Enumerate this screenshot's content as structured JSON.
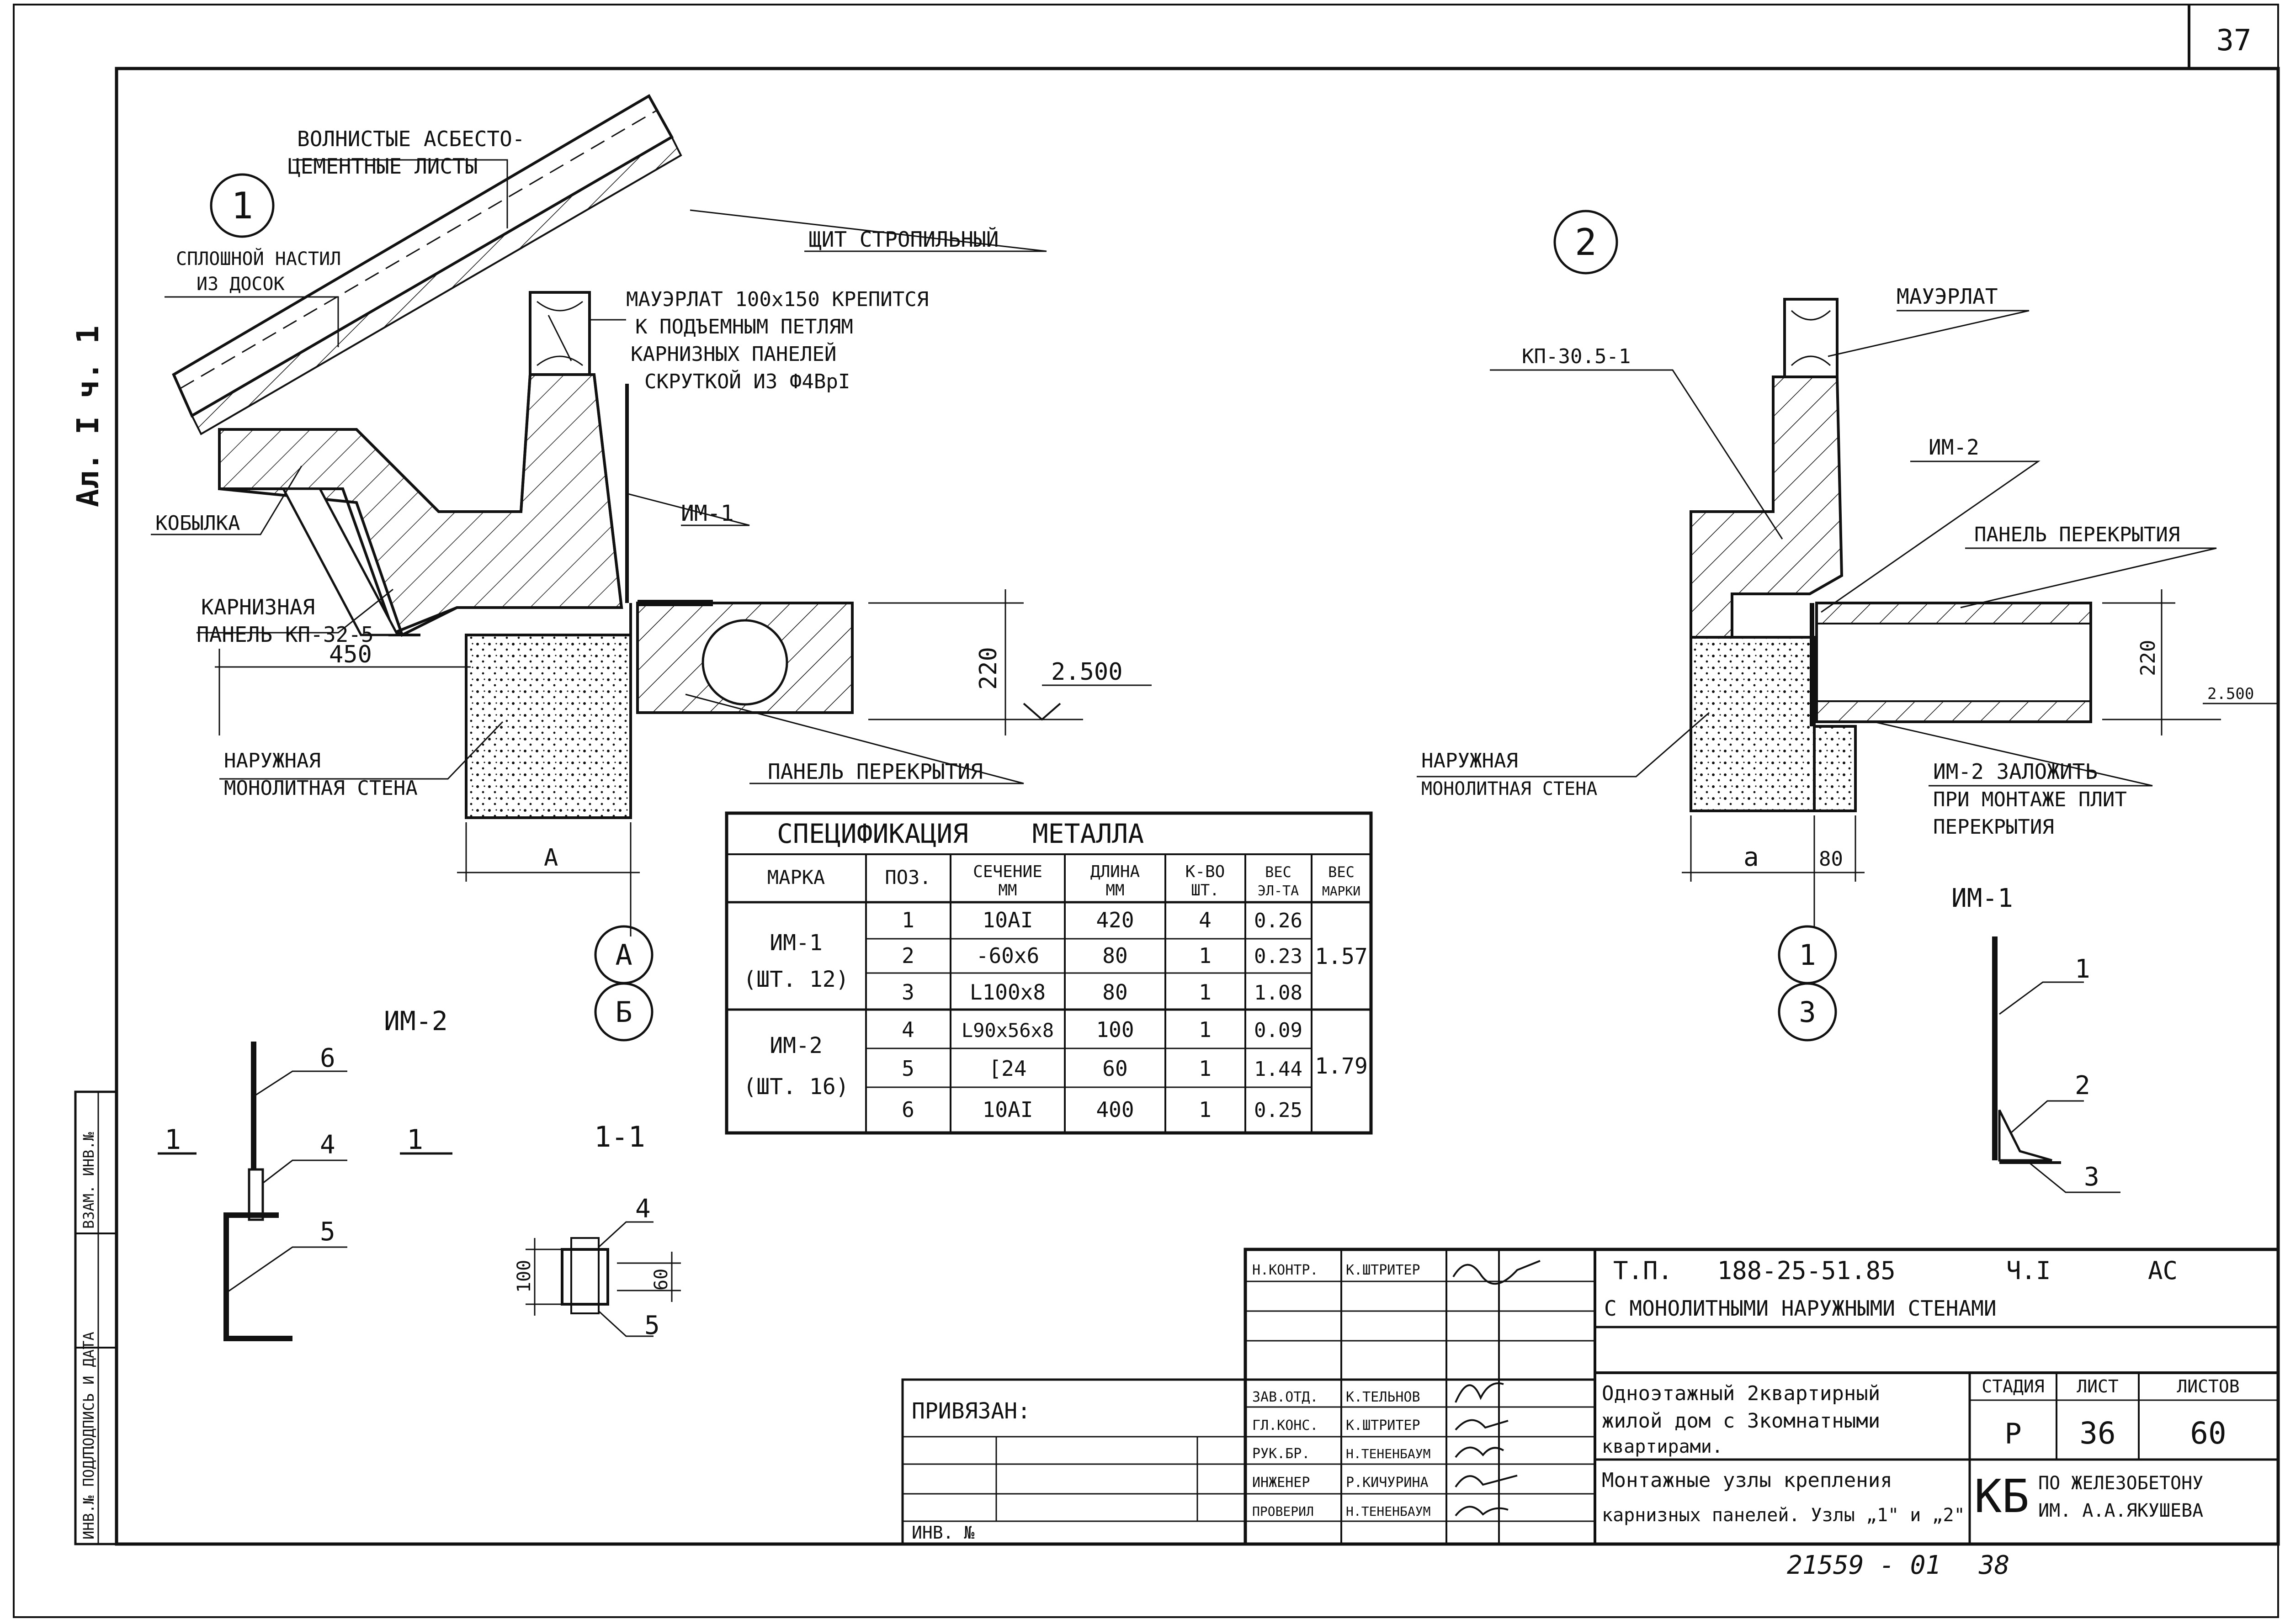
{
  "sheet": {
    "page_number": "37",
    "album_mark": "Ал. I ч. 1",
    "bottom_number": "21559 - 01",
    "bottom_page": "38"
  },
  "node1": {
    "number": "1",
    "labels": {
      "roof_sheets_1": "ВОЛНИСТЫЕ АСБЕСТО-",
      "roof_sheets_2": "ЦЕМЕНТНЫЕ ЛИСТЫ",
      "deck_1": "СПЛОШНОЙ НАСТИЛ",
      "deck_2": "ИЗ ДОСОК",
      "rafter_panel": "ЩИТ СТРОПИЛЬНЫЙ",
      "mauerlat_1": "МАУЭРЛАТ 100х150 КРЕПИТСЯ",
      "mauerlat_2": "К ПОДЪЕМНЫМ ПЕТЛЯМ",
      "mauerlat_3": "КАРНИЗНЫХ ПАНЕЛЕЙ",
      "mauerlat_4": "СКРУТКОЙ ИЗ Ф4ВрI",
      "kobylka": "КОБЫЛКА",
      "im1": "ИМ-1",
      "cornice_1": "КАРНИЗНАЯ",
      "cornice_2": "ПАНЕЛЬ КП-32-5",
      "dim_450": "450",
      "dim_220": "220",
      "level": "2.500",
      "outer_wall_1": "НАРУЖНАЯ",
      "outer_wall_2": "МОНОЛИТНАЯ СТЕНА",
      "floor_panel": "ПАНЕЛЬ ПЕРЕКРЫТИЯ",
      "dim_a": "А",
      "axis_1": "А",
      "axis_2": "Б"
    }
  },
  "node2": {
    "number": "2",
    "labels": {
      "mauerlat": "МАУЭРЛАТ",
      "kp": "КП-30.5-1",
      "im2": "ИМ-2",
      "floor_panel": "ПАНЕЛЬ ПЕРЕКРЫТИЯ",
      "dim_220": "220",
      "level": "2.500",
      "outer_wall_1": "НАРУЖНАЯ",
      "outer_wall_2": "МОНОЛИТНАЯ СТЕНА",
      "note_1": "ИМ-2 ЗАЛОЖИТЬ",
      "note_2": "ПРИ МОНТАЖЕ ПЛИТ",
      "note_3": "ПЕРЕКРЫТИЯ",
      "dim_a": "а",
      "dim_80": "80",
      "axis_1": "1",
      "axis_2": "3"
    }
  },
  "im2_detail": {
    "title": "ИМ-2",
    "section_left": "1",
    "section_right": "1",
    "callouts": [
      "6",
      "4",
      "5"
    ]
  },
  "section_11": {
    "title": "1-1",
    "dim_100": "100",
    "dim_60": "60",
    "callouts": [
      "4",
      "5"
    ]
  },
  "im1_detail": {
    "title": "ИМ-1",
    "callouts": [
      "1",
      "2",
      "3"
    ]
  },
  "spec_table": {
    "title": "СПЕЦИФИКАЦИЯ    МЕТАЛЛА",
    "headers": [
      [
        "МАРКА"
      ],
      [
        "ПОЗ."
      ],
      [
        "СЕЧЕНИЕ",
        "ММ"
      ],
      [
        "ДЛИНА",
        "ММ"
      ],
      [
        "К-ВО",
        "ШТ."
      ],
      [
        "ВЕС",
        "ЭЛ-ТА"
      ],
      [
        "ВЕС",
        "МАРКИ"
      ]
    ],
    "groups": [
      {
        "mark_line1": "ИМ-1",
        "mark_line2": "(ШТ. 12)",
        "total": "1.57",
        "rows": [
          {
            "pos": "1",
            "section": "10АI",
            "length": "420",
            "qty": "4",
            "weight": "0.26"
          },
          {
            "pos": "2",
            "section": "-60х6",
            "length": "80",
            "qty": "1",
            "weight": "0.23"
          },
          {
            "pos": "3",
            "section": "L100х8",
            "length": "80",
            "qty": "1",
            "weight": "1.08"
          }
        ]
      },
      {
        "mark_line1": "ИМ-2",
        "mark_line2": "(ШТ. 16)",
        "total": "1.79",
        "rows": [
          {
            "pos": "4",
            "section": "L90х56х8",
            "length": "100",
            "qty": "1",
            "weight": "0.09"
          },
          {
            "pos": "5",
            "section": "[24",
            "length": "60",
            "qty": "1",
            "weight": "1.44"
          },
          {
            "pos": "6",
            "section": "10АI",
            "length": "400",
            "qty": "1",
            "weight": "0.25"
          }
        ]
      }
    ]
  },
  "side_stamp": {
    "cells": [
      "ИНВ.№ ПОДЛ.",
      "ПОДПИСЬ И ДАТА",
      "ВЗАМ. ИНВ.№"
    ]
  },
  "binding": {
    "label": "ПРИВЯЗАН:",
    "inv": "ИНВ. №"
  },
  "title_block": {
    "project": "Т.П.   188-25-51.85",
    "part": "Ч.I",
    "code": "АС",
    "subtitle": "С МОНОЛИТНЫМИ НАРУЖНЫМИ СТЕНАМИ",
    "building_1": "Одноэтажный 2квартирный",
    "building_2": "жилой дом с 3комнатными",
    "building_3": "квартирами.",
    "sheet_title_1": "Монтажные узлы крепления",
    "sheet_title_2": "карнизных панелей. Узлы „1\" и „2\"",
    "stage_h": "СТАДИЯ",
    "sheet_h": "ЛИСТ",
    "sheets_h": "ЛИСТОВ",
    "stage": "Р",
    "sheet": "36",
    "sheets": "60",
    "org_mark": "КБ",
    "org_1": "ПО ЖЕЛЕЗОБЕТОНУ",
    "org_2": "ИМ. А.А.ЯКУШЕВА",
    "signatures": [
      {
        "role": "Н.КОНТР.",
        "name": "К.ШТРИТЕР"
      },
      {
        "role": "ЗАВ.ОТД.",
        "name": "К.ТЕЛЬНОВ"
      },
      {
        "role": "ГЛ.КОНС.",
        "name": "К.ШТРИТЕР"
      },
      {
        "role": "РУК.БР.",
        "name": "Н.ТЕНЕНБАУМ"
      },
      {
        "role": "ИНЖЕНЕР",
        "name": "Р.КИЧУРИНА"
      },
      {
        "role": "ПРОВЕРИЛ",
        "name": "Н.ТЕНЕНБАУМ"
      }
    ]
  }
}
